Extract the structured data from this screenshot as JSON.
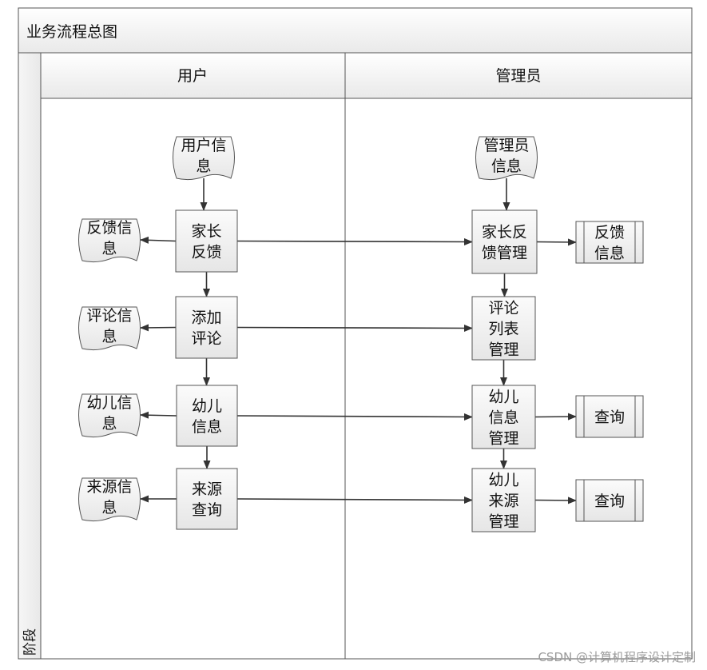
{
  "title": "业务流程总图",
  "phase_label": "阶段",
  "lanes": [
    {
      "id": "user",
      "label": "用户"
    },
    {
      "id": "admin",
      "label": "管理员"
    }
  ],
  "nodes": [
    {
      "id": "user-info",
      "kind": "document",
      "lines": [
        "用户信",
        "息"
      ]
    },
    {
      "id": "parent-feedback",
      "kind": "process",
      "lines": [
        "家长",
        "反馈"
      ]
    },
    {
      "id": "add-comment",
      "kind": "process",
      "lines": [
        "添加",
        "评论"
      ]
    },
    {
      "id": "child-info",
      "kind": "process",
      "lines": [
        "幼儿",
        "信息"
      ]
    },
    {
      "id": "source-query",
      "kind": "process",
      "lines": [
        "来源",
        "查询"
      ]
    },
    {
      "id": "feedback-doc",
      "kind": "document",
      "lines": [
        "反馈信",
        "息"
      ]
    },
    {
      "id": "comment-doc",
      "kind": "document",
      "lines": [
        "评论信",
        "息"
      ]
    },
    {
      "id": "child-doc",
      "kind": "document",
      "lines": [
        "幼儿信",
        "息"
      ]
    },
    {
      "id": "source-doc",
      "kind": "document",
      "lines": [
        "来源信",
        "息"
      ]
    },
    {
      "id": "admin-info",
      "kind": "document",
      "lines": [
        "管理员",
        "信息"
      ]
    },
    {
      "id": "feedback-mgmt",
      "kind": "process",
      "lines": [
        "家长反",
        "馈管理"
      ]
    },
    {
      "id": "comment-mgmt",
      "kind": "process",
      "lines": [
        "评论",
        "列表",
        "管理"
      ]
    },
    {
      "id": "child-mgmt",
      "kind": "process",
      "lines": [
        "幼儿",
        "信息",
        "管理"
      ]
    },
    {
      "id": "source-mgmt",
      "kind": "process",
      "lines": [
        "幼儿",
        "来源",
        "管理"
      ]
    },
    {
      "id": "feedback-out",
      "kind": "subprocess",
      "lines": [
        "反馈",
        "信息"
      ]
    },
    {
      "id": "child-query",
      "kind": "subprocess",
      "lines": [
        "查询"
      ]
    },
    {
      "id": "source-query-out",
      "kind": "subprocess",
      "lines": [
        "查询"
      ]
    }
  ],
  "edges": [
    {
      "from": "user-info",
      "to": "parent-feedback"
    },
    {
      "from": "parent-feedback",
      "to": "add-comment"
    },
    {
      "from": "add-comment",
      "to": "child-info"
    },
    {
      "from": "child-info",
      "to": "source-query"
    },
    {
      "from": "parent-feedback",
      "to": "feedback-doc"
    },
    {
      "from": "add-comment",
      "to": "comment-doc"
    },
    {
      "from": "child-info",
      "to": "child-doc"
    },
    {
      "from": "source-query",
      "to": "source-doc"
    },
    {
      "from": "parent-feedback",
      "to": "feedback-mgmt"
    },
    {
      "from": "add-comment",
      "to": "comment-mgmt"
    },
    {
      "from": "child-info",
      "to": "child-mgmt"
    },
    {
      "from": "source-query",
      "to": "source-mgmt"
    },
    {
      "from": "admin-info",
      "to": "feedback-mgmt"
    },
    {
      "from": "feedback-mgmt",
      "to": "comment-mgmt"
    },
    {
      "from": "comment-mgmt",
      "to": "child-mgmt"
    },
    {
      "from": "child-mgmt",
      "to": "source-mgmt"
    },
    {
      "from": "feedback-mgmt",
      "to": "feedback-out"
    },
    {
      "from": "child-mgmt",
      "to": "child-query"
    },
    {
      "from": "source-mgmt",
      "to": "source-query-out"
    }
  ],
  "watermark": "CSDN @计算机程序设计定制"
}
